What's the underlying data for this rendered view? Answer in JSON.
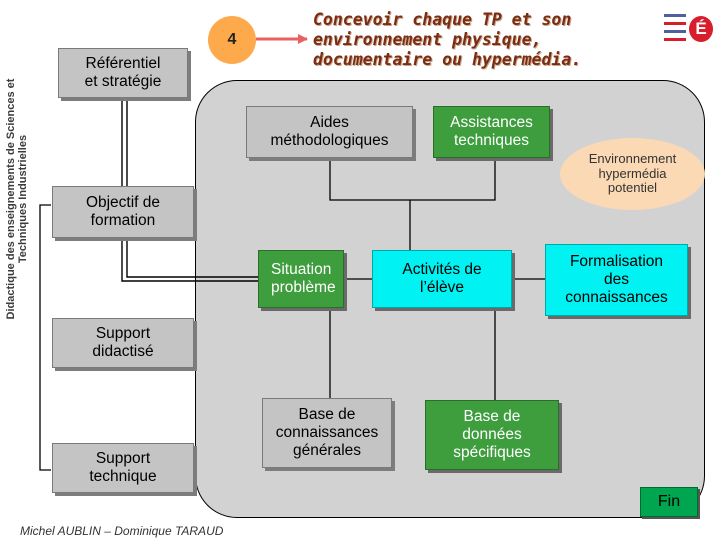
{
  "side_title": "Didactique des enseignements de Sciences et Techniques Industrielles",
  "step_number": "4",
  "headline": "Concevoir chaque TP et son\nenvironnement physique,\ndocumentaire ou hypermédia.",
  "author": "Michel AUBLIN – Dominique TARAUD",
  "fin_label": "Fin",
  "logo": {
    "icon": "education-ministry-logo",
    "brand_color": "#d81e2c"
  },
  "left_column": {
    "referentiel": "Référentiel\net stratégie",
    "objectif": "Objectif de\nformation",
    "support_didactise": "Support\ndidactisé",
    "support_technique": "Support\ntechnique"
  },
  "environment": {
    "aides": "Aides\nméthodologiques",
    "assistances": "Assistances\ntechniques",
    "potentiel": "Environnement\nhypermédia\npotentiel",
    "situation": "Situation\nproblème",
    "activites": "Activités de\nl’élève",
    "formalisation": "Formalisation\ndes\nconnaissances",
    "base_generale": "Base de\nconnaissances\ngénérales",
    "base_specifique": "Base de\ndonnées\nspécifiques"
  },
  "colors": {
    "grey_box": "#c4c4c4",
    "green_box": "#3e9e3e",
    "cyan_box": "#00f2f2",
    "orange_circle": "#ffa94d",
    "peach_ellipse": "#fcd9b5",
    "headline_text": "#7a2d10",
    "frame": "#d2d2d2"
  }
}
